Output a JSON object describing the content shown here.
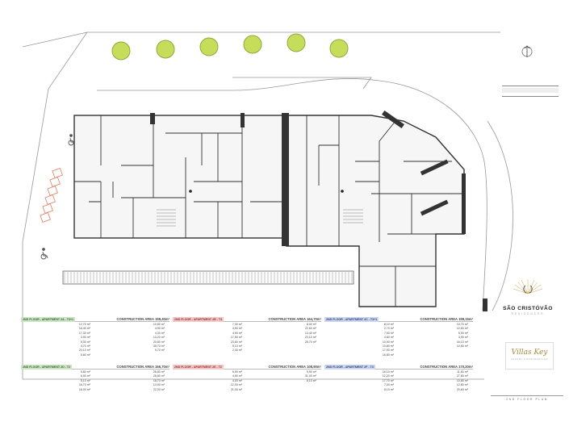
{
  "summary": {
    "title": "",
    "rows": [
      {
        "label": "",
        "value": ""
      },
      {
        "label": "",
        "value": ""
      },
      {
        "label": "",
        "value": ""
      },
      {
        "label": "",
        "value": ""
      },
      {
        "label": "",
        "value": ""
      },
      {
        "label": "",
        "value": ""
      }
    ],
    "total_label": "",
    "total_value": ""
  },
  "brand": {
    "name": "SÃO CRISTÓVÃO",
    "subtitle": "RESIDENCES"
  },
  "partner": {
    "name": "Villas Key",
    "subtitle": "LUXURY CONSTRUCTION"
  },
  "floor_label": "2ND FLOOR PLAN",
  "apartments": [
    {
      "label": "2ND FLOOR - APARTMENT 2A - T3+1",
      "area": "CONSTRUCTION AREA 198,40m²",
      "color": "#cfe3c6",
      "left": [
        {
          "name": "",
          "value": "12,70 m²"
        },
        {
          "name": "",
          "value": "18,40 m²"
        },
        {
          "name": "",
          "value": "17,30 m²"
        },
        {
          "name": "",
          "value": "3,90 m²"
        },
        {
          "name": "",
          "value": "5,30 m²"
        },
        {
          "name": "",
          "value": "4,70 m²"
        },
        {
          "name": "",
          "value": "24,10 m²"
        },
        {
          "name": "",
          "value": "5,80 m²"
        }
      ],
      "right": [
        {
          "name": "",
          "value": "10,80 m²"
        },
        {
          "name": "",
          "value": "4,90 m²"
        },
        {
          "name": "",
          "value": "4,30 m²"
        },
        {
          "name": "",
          "value": "13,20 m²"
        },
        {
          "name": "",
          "value": "20,80 m²"
        },
        {
          "name": "",
          "value": "35,70 m²"
        },
        {
          "name": "",
          "value": "9,70 m²"
        }
      ]
    },
    {
      "label": "2ND FLOOR - APARTMENT 2B - T3",
      "area": "CONSTRUCTION AREA 164,70m²",
      "color": "#f1c9c9",
      "left": [
        {
          "name": "",
          "value": "7,30 m²"
        },
        {
          "name": "",
          "value": "4,90 m²"
        },
        {
          "name": "",
          "value": "4,90 m²"
        },
        {
          "name": "",
          "value": "17,50 m²"
        },
        {
          "name": "",
          "value": "23,60 m²"
        },
        {
          "name": "",
          "value": "5,10 m²"
        },
        {
          "name": "",
          "value": "2,30 m²"
        }
      ],
      "right": [
        {
          "name": "",
          "value": "8,00 m²"
        },
        {
          "name": "",
          "value": "22,60 m²"
        },
        {
          "name": "",
          "value": "13,40 m²"
        },
        {
          "name": "",
          "value": "23,10 m²"
        },
        {
          "name": "",
          "value": "28,70 m²"
        }
      ]
    },
    {
      "label": "2ND FLOOR - APARTMENT 2C - T3+1",
      "area": "CONSTRUCTION AREA 198,15m²",
      "color": "#ccd6ee",
      "left": [
        {
          "name": "",
          "value": "8,10 m²"
        },
        {
          "name": "",
          "value": "2,70 m²"
        },
        {
          "name": "",
          "value": "7,90 m²"
        },
        {
          "name": "",
          "value": "4,60 m²"
        },
        {
          "name": "",
          "value": "10,90 m²"
        },
        {
          "name": "",
          "value": "10,80 m²"
        },
        {
          "name": "",
          "value": "17,90 m²"
        },
        {
          "name": "",
          "value": "16,80 m²"
        }
      ],
      "right": [
        {
          "name": "",
          "value": "10,70 m²"
        },
        {
          "name": "",
          "value": "12,60 m²"
        },
        {
          "name": "",
          "value": "5,90 m²"
        },
        {
          "name": "",
          "value": "3,90 m²"
        },
        {
          "name": "",
          "value": "44,10 m²"
        },
        {
          "name": "",
          "value": "10,80 m²"
        }
      ]
    },
    {
      "label": "2ND FLOOR - APARTMENT 2D - T2",
      "area": "CONSTRUCTION AREA 166,70m²",
      "color": "#cfe3c6",
      "left": [
        {
          "name": "",
          "value": "5,80 m²"
        },
        {
          "name": "",
          "value": "6,90 m²"
        },
        {
          "name": "",
          "value": "5,10 m²"
        },
        {
          "name": "",
          "value": "16,70 m²"
        },
        {
          "name": "",
          "value": "16,00 m²"
        }
      ],
      "right": [
        {
          "name": "",
          "value": "26,80 m²"
        },
        {
          "name": "",
          "value": "28,80 m²"
        },
        {
          "name": "",
          "value": "18,70 m²"
        },
        {
          "name": "",
          "value": "14,90 m²"
        },
        {
          "name": "",
          "value": "22,00 m²"
        }
      ]
    },
    {
      "label": "2ND FLOOR - APARTMENT 2E - T2",
      "area": "CONSTRUCTION AREA 108,90m²",
      "color": "#f1c9c9",
      "left": [
        {
          "name": "",
          "value": "6,90 m²"
        },
        {
          "name": "",
          "value": "4,90 m²"
        },
        {
          "name": "",
          "value": "4,00 m²"
        },
        {
          "name": "",
          "value": "12,00 m²"
        },
        {
          "name": "",
          "value": "21,00 m²"
        }
      ],
      "right": [
        {
          "name": "",
          "value": "5,90 m²"
        },
        {
          "name": "",
          "value": "31,00 m²"
        },
        {
          "name": "",
          "value": "8,10 m²"
        }
      ]
    },
    {
      "label": "2ND FLOOR - APARTMENT 2F - T3",
      "area": "CONSTRUCTION AREA 170,20m²",
      "color": "#ccd6ee",
      "left": [
        {
          "name": "",
          "value": "16,10 m²"
        },
        {
          "name": "",
          "value": "12,20 m²"
        },
        {
          "name": "",
          "value": "17,70 m²"
        },
        {
          "name": "",
          "value": "7,00 m²"
        },
        {
          "name": "",
          "value": "8,10 m²"
        }
      ],
      "right": [
        {
          "name": "",
          "value": "11,60 m²"
        },
        {
          "name": "",
          "value": "27,80 m²"
        },
        {
          "name": "",
          "value": "10,80 m²"
        },
        {
          "name": "",
          "value": "12,80 m²"
        },
        {
          "name": "",
          "value": "20,60 m²"
        }
      ]
    }
  ]
}
